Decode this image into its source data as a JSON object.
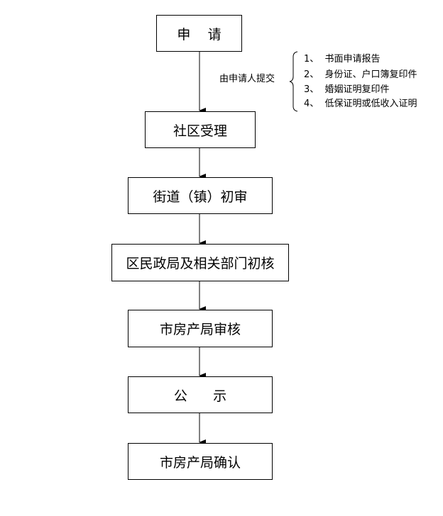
{
  "steps": [
    {
      "label": "申    请"
    },
    {
      "label": "社区受理"
    },
    {
      "label": "街道（镇）初审"
    },
    {
      "label": "区民政局及相关部门初核"
    },
    {
      "label": "市房产局审核"
    },
    {
      "label": "公      示"
    },
    {
      "label": "市房产局确认"
    }
  ],
  "submit_note": "由申请人提交",
  "materials": [
    "1、  书面申请报告",
    "2、  身份证、户口簿复印件",
    "3、  婚姻证明复印件",
    "4、  低保证明或低收入证明"
  ]
}
